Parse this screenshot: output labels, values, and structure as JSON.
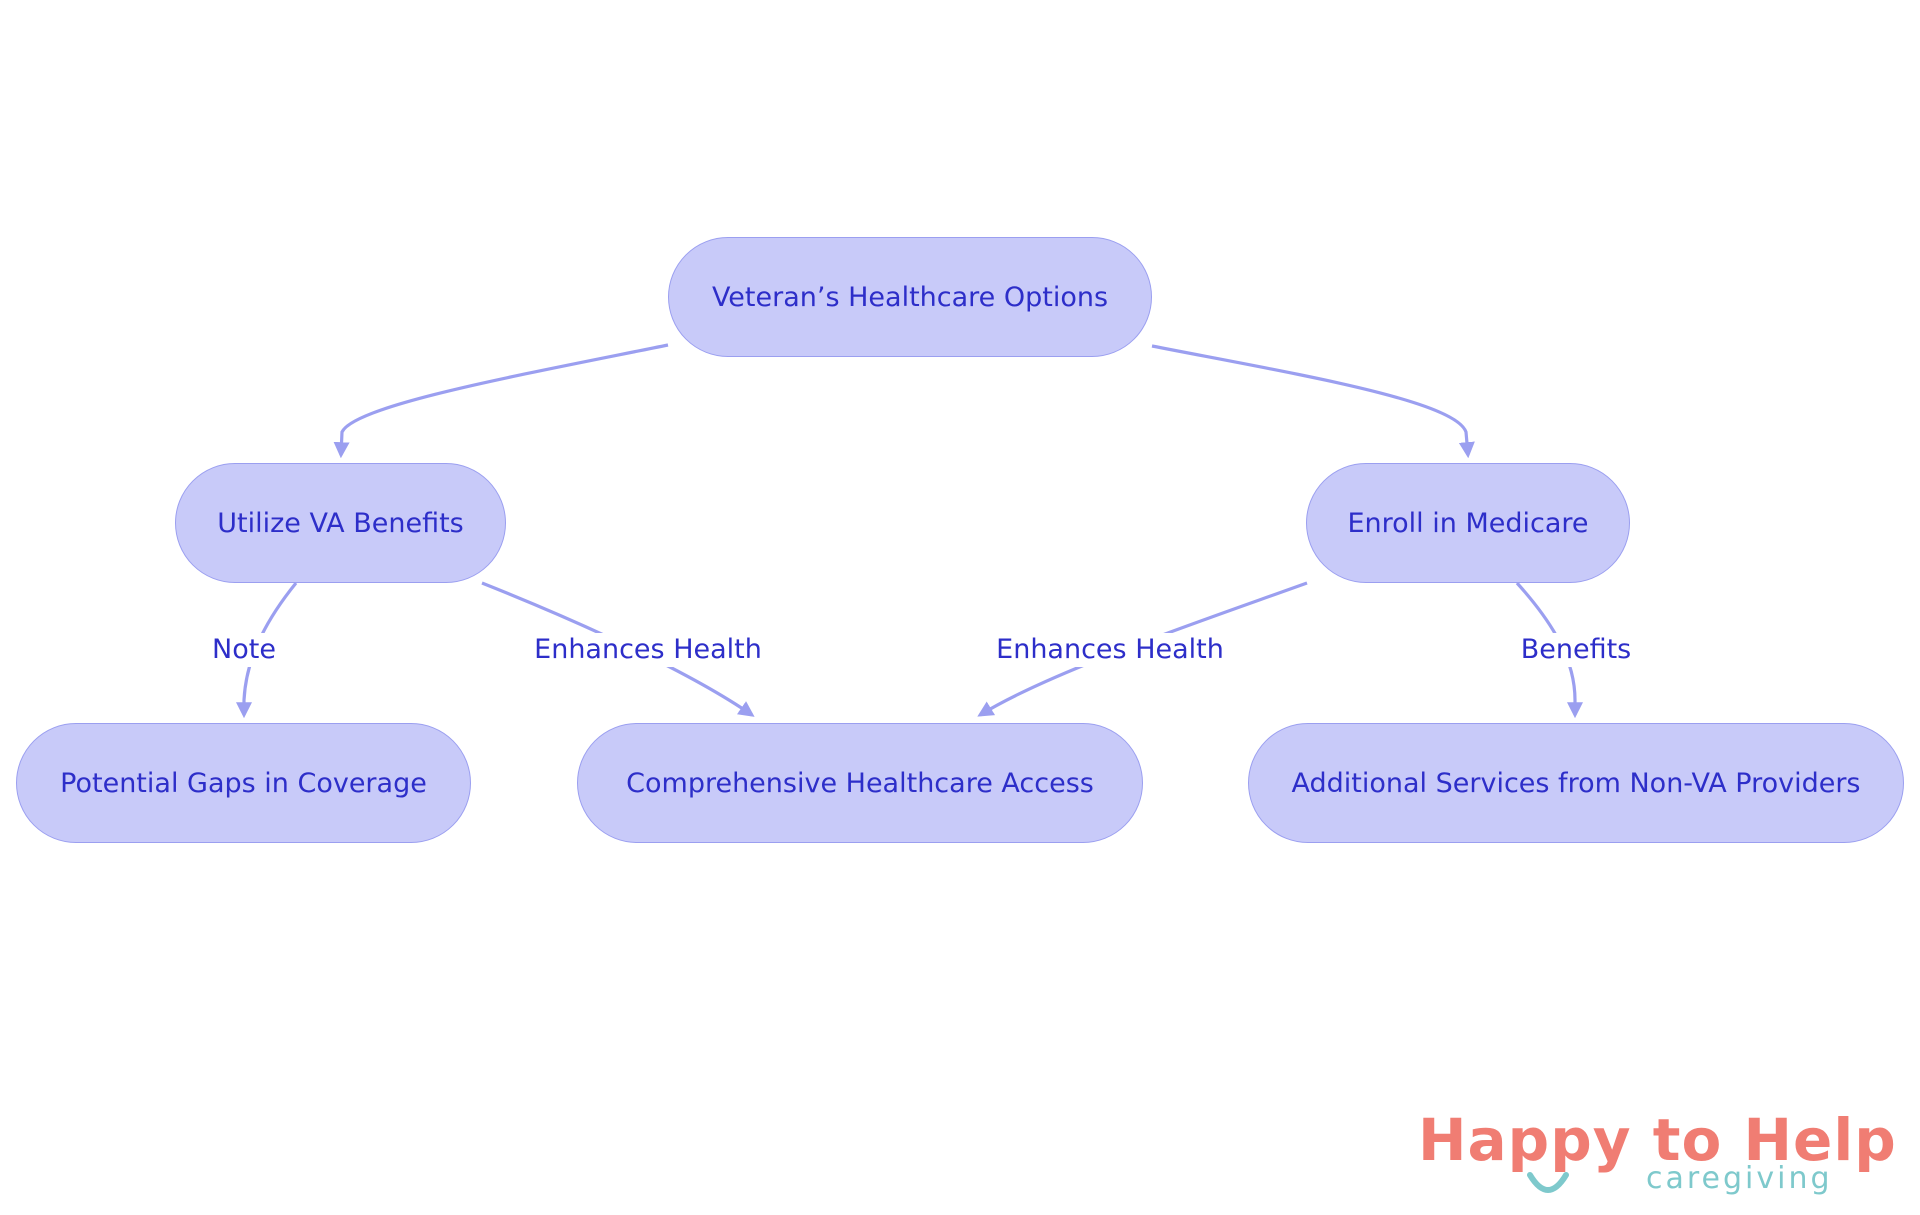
{
  "diagram": {
    "nodes": {
      "root": "Veteran’s Healthcare Options",
      "va": "Utilize VA Benefits",
      "medicare": "Enroll in Medicare",
      "gaps": "Potential Gaps in Coverage",
      "access": "Comprehensive Healthcare Access",
      "additional": "Additional Services from Non-VA Providers"
    },
    "edges": [
      {
        "from": "root",
        "to": "va",
        "label": ""
      },
      {
        "from": "root",
        "to": "medicare",
        "label": ""
      },
      {
        "from": "va",
        "to": "gaps",
        "label": "Note"
      },
      {
        "from": "va",
        "to": "access",
        "label": "Enhances Health"
      },
      {
        "from": "medicare",
        "to": "access",
        "label": "Enhances Health"
      },
      {
        "from": "medicare",
        "to": "additional",
        "label": "Benefits"
      }
    ],
    "colors": {
      "node_fill": "#c8caf9",
      "node_stroke": "#9b9ff0",
      "edge": "#9b9ff0",
      "text": "#2d2ec9"
    }
  },
  "logo": {
    "brand": "Happy to Help",
    "tagline": "caregiving",
    "colors": {
      "brand": "#f07d73",
      "tagline": "#7ec9cc"
    }
  }
}
